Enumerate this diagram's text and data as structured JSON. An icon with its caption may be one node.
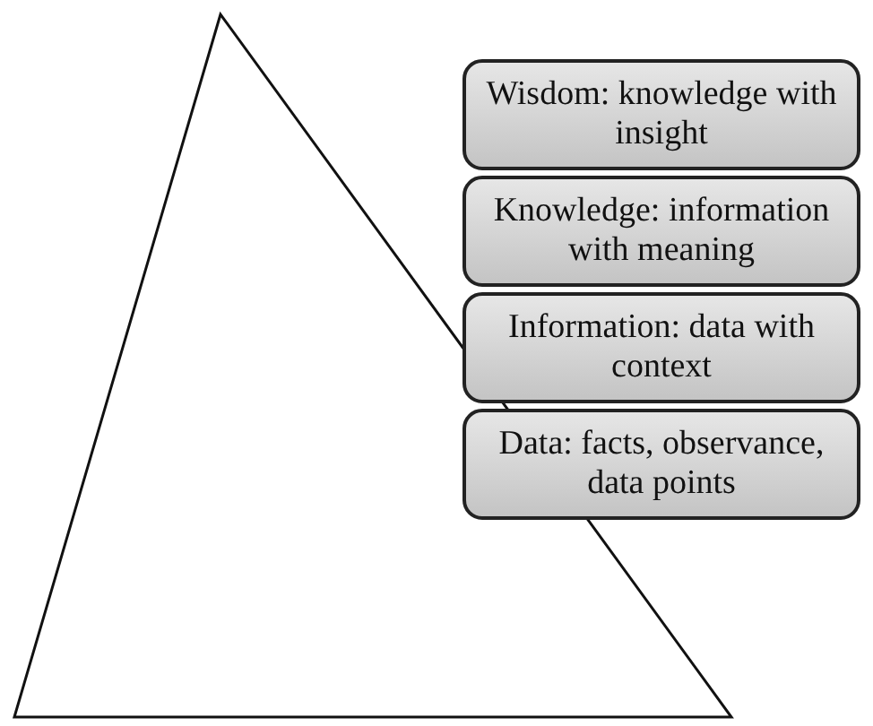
{
  "diagram": {
    "nodes": [
      {
        "text": [
          "Wisdom: knowledge with insight"
        ]
      },
      {
        "text": [
          "Knowledge: information with meaning"
        ]
      },
      {
        "text": [
          "Information: data with context"
        ]
      },
      {
        "text": [
          "Data: facts, observance, data points"
        ]
      }
    ],
    "edges": []
  }
}
